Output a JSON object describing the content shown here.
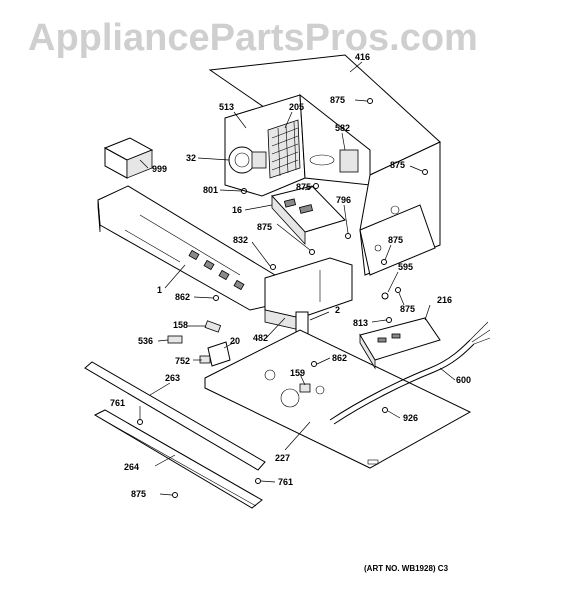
{
  "watermark": "AppliancePartsPros.com",
  "art_number": "(ART NO. WB1928) C3",
  "parts": [
    {
      "id": "p416",
      "label": "416"
    },
    {
      "id": "p875a",
      "label": "875"
    },
    {
      "id": "p513",
      "label": "513"
    },
    {
      "id": "p205",
      "label": "205"
    },
    {
      "id": "p582",
      "label": "582"
    },
    {
      "id": "p32",
      "label": "32"
    },
    {
      "id": "p999",
      "label": "999"
    },
    {
      "id": "p875b",
      "label": "875"
    },
    {
      "id": "p801",
      "label": "801"
    },
    {
      "id": "p875c",
      "label": "875"
    },
    {
      "id": "p16",
      "label": "16"
    },
    {
      "id": "p796",
      "label": "796"
    },
    {
      "id": "p875d",
      "label": "875"
    },
    {
      "id": "p832",
      "label": "832"
    },
    {
      "id": "p875e",
      "label": "875"
    },
    {
      "id": "p1",
      "label": "1"
    },
    {
      "id": "p595",
      "label": "595"
    },
    {
      "id": "p862a",
      "label": "862"
    },
    {
      "id": "p875f",
      "label": "875"
    },
    {
      "id": "p216",
      "label": "216"
    },
    {
      "id": "p2",
      "label": "2"
    },
    {
      "id": "p813",
      "label": "813"
    },
    {
      "id": "p158",
      "label": "158"
    },
    {
      "id": "p482",
      "label": "482"
    },
    {
      "id": "p536",
      "label": "536"
    },
    {
      "id": "p20",
      "label": "20"
    },
    {
      "id": "p862b",
      "label": "862"
    },
    {
      "id": "p752",
      "label": "752"
    },
    {
      "id": "p263",
      "label": "263"
    },
    {
      "id": "p159",
      "label": "159"
    },
    {
      "id": "p600",
      "label": "600"
    },
    {
      "id": "p761a",
      "label": "761"
    },
    {
      "id": "p926",
      "label": "926"
    },
    {
      "id": "p227",
      "label": "227"
    },
    {
      "id": "p264",
      "label": "264"
    },
    {
      "id": "p761b",
      "label": "761"
    },
    {
      "id": "p875g",
      "label": "875"
    }
  ]
}
